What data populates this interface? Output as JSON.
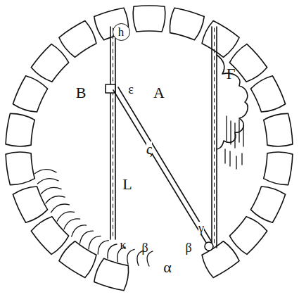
{
  "diagram": {
    "nodes": [
      {
        "text": [
          "h"
        ]
      }
    ],
    "labels": [
      "B",
      "A",
      "ε",
      "Γ",
      "ς",
      "L",
      "κ",
      "β",
      "β",
      "α",
      "γ"
    ]
  }
}
